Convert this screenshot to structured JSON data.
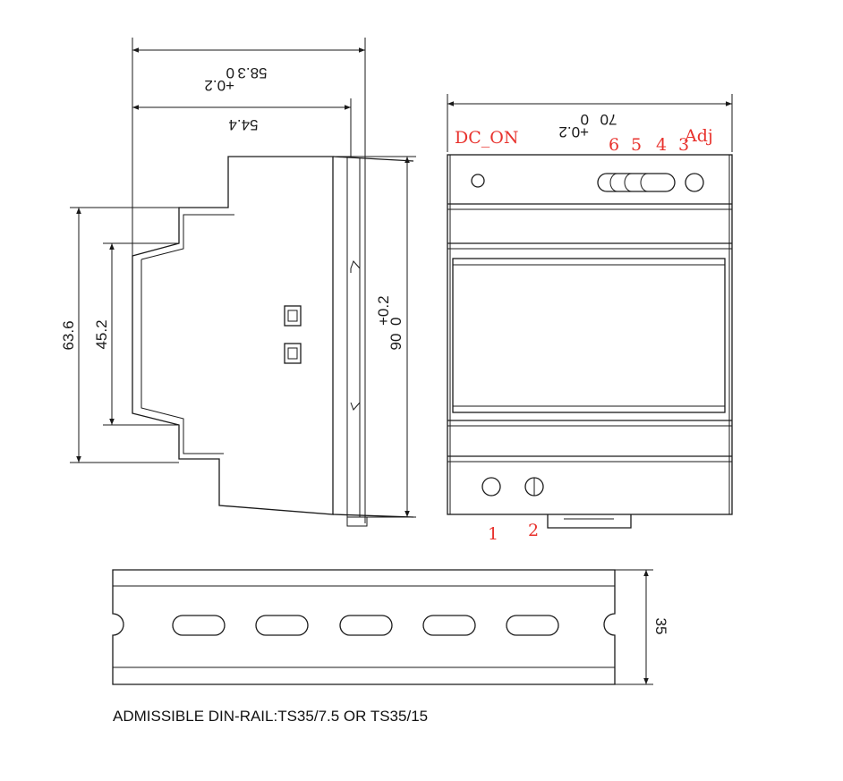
{
  "side_view": {
    "dim_depth_total": "58.3",
    "dim_depth_total_tol_upper": "+0.2",
    "dim_depth_total_tol_lower": "0",
    "dim_depth_body": "54.4",
    "dim_height_total": "90",
    "dim_height_total_tol_upper": "+0.2",
    "dim_height_total_tol_lower": "0",
    "dim_step_outer": "63.6",
    "dim_step_inner": "45.2"
  },
  "front_view": {
    "dim_width": "70",
    "dim_width_tol_upper": "+0.2",
    "dim_width_tol_lower": "0",
    "label_dc_on": "DC_ON",
    "label_adj": "Adj",
    "top_terminals": [
      "6",
      "5",
      "4",
      "3"
    ],
    "bottom_terminals": [
      "1",
      "2"
    ]
  },
  "din_rail": {
    "dim_height": "35",
    "caption": "ADMISSIBLE DIN-RAIL:TS35/7.5 OR TS35/15"
  },
  "colors": {
    "line": "#1a1a1a",
    "terminal_label": "#e8322d"
  }
}
